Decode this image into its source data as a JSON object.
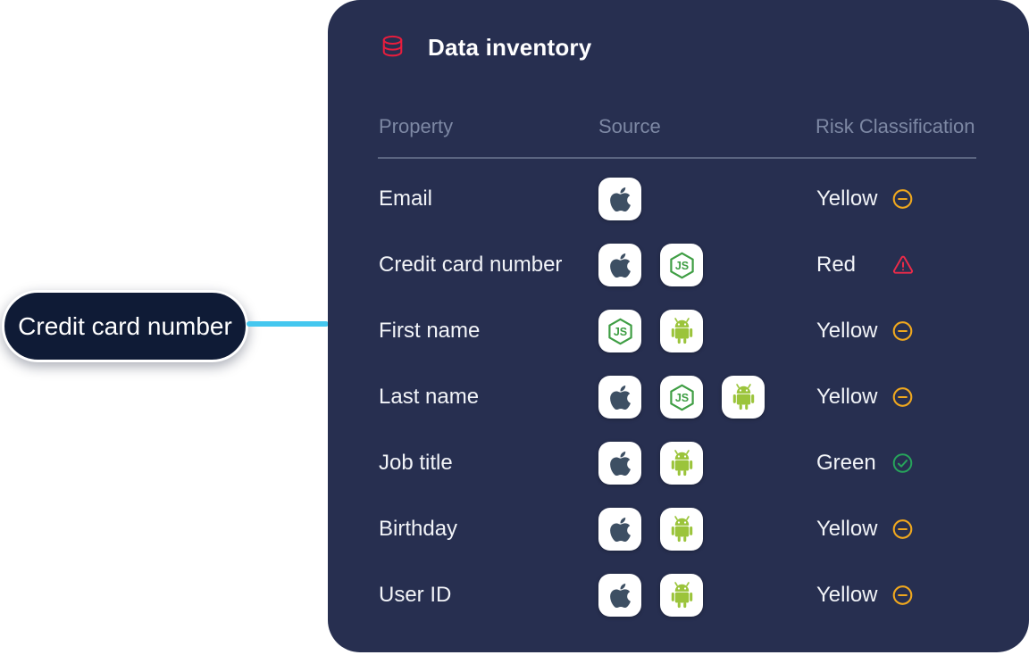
{
  "colors": {
    "page_bg": "#ffffff",
    "panel_bg": "#272f50",
    "header_text": "#ffffff",
    "column_header": "#7d88a4",
    "divider": "#5a6480",
    "row_text": "#f2f4f8",
    "tile_bg": "#ffffff",
    "accent_red": "#e81d3d",
    "apple": "#3d4f63",
    "nodejs_green": "#3f9e44",
    "android_green": "#9bc43b",
    "risk_yellow": "#f0a81e",
    "risk_red": "#ee2b49",
    "risk_green": "#27a45b",
    "connector_cyan": "#44c7ef",
    "callout_bg": "#0f1b36",
    "callout_border": "#ffffff"
  },
  "callout": {
    "label": "Credit card number"
  },
  "panel": {
    "title": "Data inventory",
    "title_icon": "database-icon",
    "columns": [
      {
        "label": "Property"
      },
      {
        "label": "Source"
      },
      {
        "label": "Risk Classification"
      }
    ],
    "rows": [
      {
        "property": "Email",
        "sources": [
          "apple"
        ],
        "risk_label": "Yellow",
        "risk_level": "yellow"
      },
      {
        "property": "Credit card number",
        "sources": [
          "apple",
          "nodejs"
        ],
        "risk_label": "Red",
        "risk_level": "red"
      },
      {
        "property": "First name",
        "sources": [
          "nodejs",
          "android"
        ],
        "risk_label": "Yellow",
        "risk_level": "yellow"
      },
      {
        "property": "Last name",
        "sources": [
          "apple",
          "nodejs",
          "android"
        ],
        "risk_label": "Yellow",
        "risk_level": "yellow"
      },
      {
        "property": "Job title",
        "sources": [
          "apple",
          "android"
        ],
        "risk_label": "Green",
        "risk_level": "green"
      },
      {
        "property": "Birthday",
        "sources": [
          "apple",
          "android"
        ],
        "risk_label": "Yellow",
        "risk_level": "yellow"
      },
      {
        "property": "User ID",
        "sources": [
          "apple",
          "android"
        ],
        "risk_label": "Yellow",
        "risk_level": "yellow"
      }
    ]
  }
}
